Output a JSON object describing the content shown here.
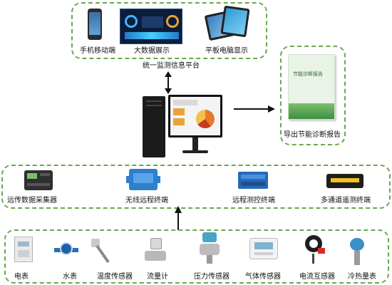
{
  "top_group": {
    "items": [
      {
        "label": "手机移动端"
      },
      {
        "label": "大数据展示"
      },
      {
        "label": "平板电脑显示"
      }
    ],
    "caption": "统一监测信息平台"
  },
  "report": {
    "cover_title": "节能诊断报告",
    "caption": "导出节能诊断报告"
  },
  "mid_group": {
    "items": [
      {
        "label": "远传数据采集器"
      },
      {
        "label": "无线远程终端"
      },
      {
        "label": "远程测控终端"
      },
      {
        "label": "多通道遥测终端"
      }
    ]
  },
  "bottom_group": {
    "items": [
      {
        "label": "电表"
      },
      {
        "label": "水表"
      },
      {
        "label": "温度传感器"
      },
      {
        "label": "流量计"
      },
      {
        "label": "压力传感器"
      },
      {
        "label": "气体传感器"
      },
      {
        "label": "电流互感器"
      },
      {
        "label": "冷热量表"
      }
    ]
  },
  "colors": {
    "frame": "#6aa84f",
    "arrow": "#111111"
  }
}
